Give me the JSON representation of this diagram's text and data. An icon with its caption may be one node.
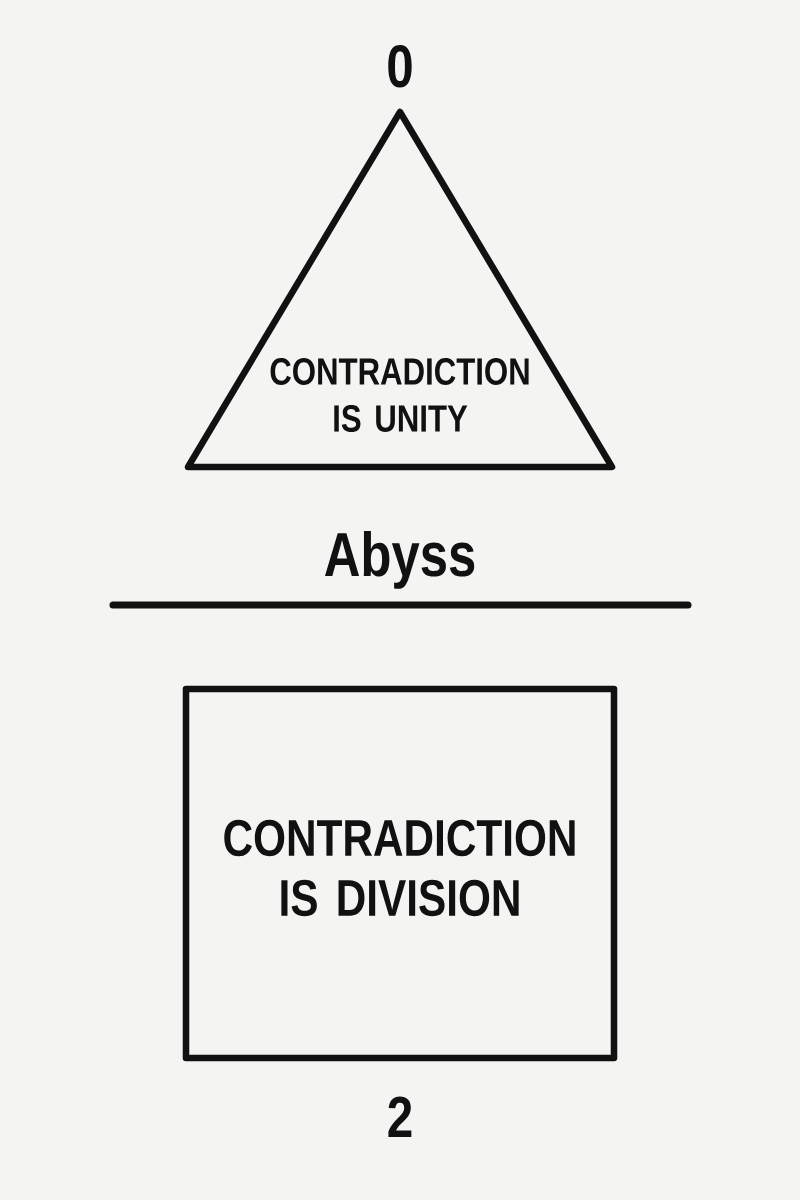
{
  "diagram": {
    "nodes": [
      {
        "text": [
          "CONTRADICTION IS UNITY"
        ],
        "beside": [
          "0"
        ]
      },
      {
        "text": [
          "CONTRADICTION IS DIVISION"
        ],
        "beside": [
          "2"
        ]
      }
    ],
    "labels": [
      "Abyss"
    ]
  }
}
